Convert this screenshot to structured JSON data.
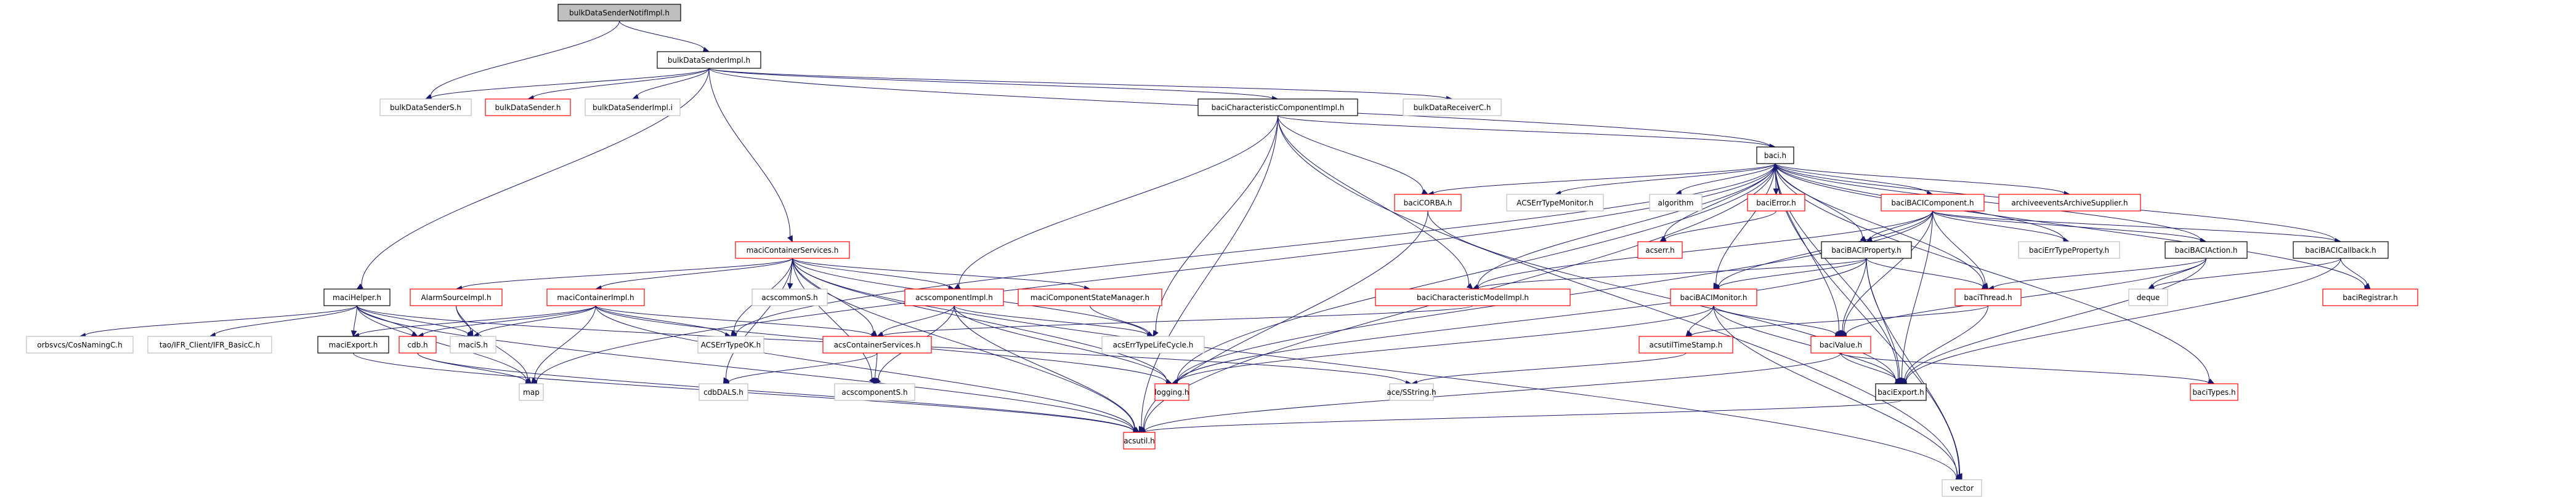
{
  "diagram": {
    "title": "bulkDataSenderNotifImpl.h include dependency graph",
    "styles": {
      "edge_color": "#191970",
      "root": {
        "fill": "#bfbfbf",
        "stroke": "#000000"
      },
      "documented": {
        "fill": "#ffffff",
        "stroke": "#000000"
      },
      "undocumented": {
        "fill": "#ffffff",
        "stroke": "#ff0000"
      },
      "external": {
        "fill": "#ffffff",
        "stroke": "#bfbfbf"
      }
    },
    "nodes": [
      {
        "id": "n0",
        "label": "bulkDataSenderNotifImpl.h",
        "kind": "root"
      },
      {
        "id": "n1",
        "label": "bulkDataSenderImpl.h",
        "kind": "documented"
      },
      {
        "id": "n2",
        "label": "bulkDataSenderS.h",
        "kind": "external"
      },
      {
        "id": "n3",
        "label": "bulkDataSender.h",
        "kind": "undocumented"
      },
      {
        "id": "n4",
        "label": "bulkDataSenderImpl.i",
        "kind": "external"
      },
      {
        "id": "n5",
        "label": "baciCharacteristicComponentImpl.h",
        "kind": "documented"
      },
      {
        "id": "n6",
        "label": "bulkDataReceiverC.h",
        "kind": "external"
      },
      {
        "id": "n7",
        "label": "baci.h",
        "kind": "documented"
      },
      {
        "id": "n8",
        "label": "baciCORBA.h",
        "kind": "undocumented"
      },
      {
        "id": "n9",
        "label": "ACSErrTypeMonitor.h",
        "kind": "external"
      },
      {
        "id": "n10",
        "label": "algorithm",
        "kind": "external"
      },
      {
        "id": "n11",
        "label": "baciError.h",
        "kind": "undocumented"
      },
      {
        "id": "n12",
        "label": "baciBACIComponent.h",
        "kind": "undocumented"
      },
      {
        "id": "n13",
        "label": "archiveeventsArchiveSupplier.h",
        "kind": "undocumented"
      },
      {
        "id": "n14",
        "label": "maciContainerServices.h",
        "kind": "undocumented"
      },
      {
        "id": "n15",
        "label": "acserr.h",
        "kind": "undocumented"
      },
      {
        "id": "n16",
        "label": "baciBACIProperty.h",
        "kind": "documented"
      },
      {
        "id": "n17",
        "label": "baciErrTypeProperty.h",
        "kind": "external"
      },
      {
        "id": "n18",
        "label": "baciBACIAction.h",
        "kind": "documented"
      },
      {
        "id": "n19",
        "label": "baciBACICallback.h",
        "kind": "documented"
      },
      {
        "id": "n20",
        "label": "maciHelper.h",
        "kind": "documented"
      },
      {
        "id": "n21",
        "label": "AlarmSourceImpl.h",
        "kind": "undocumented"
      },
      {
        "id": "n22",
        "label": "maciContainerImpl.h",
        "kind": "undocumented"
      },
      {
        "id": "n23",
        "label": "acscommonS.h",
        "kind": "external"
      },
      {
        "id": "n24",
        "label": "acscomponentImpl.h",
        "kind": "undocumented"
      },
      {
        "id": "n25",
        "label": "maciComponentStateManager.h",
        "kind": "undocumented"
      },
      {
        "id": "n26",
        "label": "baciCharacteristicModelImpl.h",
        "kind": "undocumented"
      },
      {
        "id": "n27",
        "label": "baciBACIMonitor.h",
        "kind": "undocumented"
      },
      {
        "id": "n28",
        "label": "baciThread.h",
        "kind": "undocumented"
      },
      {
        "id": "n29",
        "label": "deque",
        "kind": "external"
      },
      {
        "id": "n30",
        "label": "baciRegistrar.h",
        "kind": "undocumented"
      },
      {
        "id": "n31",
        "label": "orbsvcs/CosNamingC.h",
        "kind": "external"
      },
      {
        "id": "n32",
        "label": "tao/IFR_Client/IFR_BasicC.h",
        "kind": "external"
      },
      {
        "id": "n33",
        "label": "maciExport.h",
        "kind": "documented"
      },
      {
        "id": "n34",
        "label": "cdb.h",
        "kind": "undocumented"
      },
      {
        "id": "n35",
        "label": "maciS.h",
        "kind": "external"
      },
      {
        "id": "n36",
        "label": "ACSErrTypeOK.h",
        "kind": "external"
      },
      {
        "id": "n37",
        "label": "acsContainerServices.h",
        "kind": "undocumented"
      },
      {
        "id": "n38",
        "label": "acsErrTypeLifeCycle.h",
        "kind": "external"
      },
      {
        "id": "n39",
        "label": "acsutilTimeStamp.h",
        "kind": "undocumented"
      },
      {
        "id": "n40",
        "label": "baciValue.h",
        "kind": "undocumented"
      },
      {
        "id": "n41",
        "label": "map",
        "kind": "external"
      },
      {
        "id": "n42",
        "label": "cdbDALS.h",
        "kind": "external"
      },
      {
        "id": "n43",
        "label": "acscomponentS.h",
        "kind": "external"
      },
      {
        "id": "n44",
        "label": "logging.h",
        "kind": "undocumented"
      },
      {
        "id": "n45",
        "label": "ace/SString.h",
        "kind": "external"
      },
      {
        "id": "n46",
        "label": "baciExport.h",
        "kind": "documented"
      },
      {
        "id": "n47",
        "label": "baciTypes.h",
        "kind": "undocumented"
      },
      {
        "id": "n48",
        "label": "acsutil.h",
        "kind": "undocumented"
      },
      {
        "id": "n49",
        "label": "vector",
        "kind": "external"
      }
    ],
    "edges": [
      [
        "n0",
        "n1"
      ],
      [
        "n0",
        "n2"
      ],
      [
        "n1",
        "n2"
      ],
      [
        "n1",
        "n3"
      ],
      [
        "n1",
        "n4"
      ],
      [
        "n1",
        "n5"
      ],
      [
        "n1",
        "n6"
      ],
      [
        "n1",
        "n7"
      ],
      [
        "n1",
        "n14"
      ],
      [
        "n1",
        "n20"
      ],
      [
        "n5",
        "n7"
      ],
      [
        "n5",
        "n8"
      ],
      [
        "n5",
        "n24"
      ],
      [
        "n5",
        "n26"
      ],
      [
        "n5",
        "n38"
      ],
      [
        "n5",
        "n48"
      ],
      [
        "n5",
        "n49"
      ],
      [
        "n7",
        "n8"
      ],
      [
        "n7",
        "n9"
      ],
      [
        "n7",
        "n10"
      ],
      [
        "n7",
        "n11"
      ],
      [
        "n7",
        "n12"
      ],
      [
        "n7",
        "n13"
      ],
      [
        "n7",
        "n15"
      ],
      [
        "n7",
        "n16"
      ],
      [
        "n7",
        "n17"
      ],
      [
        "n7",
        "n18"
      ],
      [
        "n7",
        "n19"
      ],
      [
        "n7",
        "n26"
      ],
      [
        "n7",
        "n27"
      ],
      [
        "n7",
        "n28"
      ],
      [
        "n7",
        "n30"
      ],
      [
        "n7",
        "n40"
      ],
      [
        "n7",
        "n46"
      ],
      [
        "n7",
        "n47"
      ],
      [
        "n7",
        "n44"
      ],
      [
        "n7",
        "n48"
      ],
      [
        "n7",
        "n49"
      ],
      [
        "n7",
        "n41"
      ],
      [
        "n7",
        "n36"
      ],
      [
        "n11",
        "n7"
      ],
      [
        "n11",
        "n15"
      ],
      [
        "n8",
        "n48"
      ],
      [
        "n8",
        "n46"
      ],
      [
        "n12",
        "n16"
      ],
      [
        "n12",
        "n17"
      ],
      [
        "n12",
        "n18"
      ],
      [
        "n12",
        "n19"
      ],
      [
        "n12",
        "n26"
      ],
      [
        "n12",
        "n27"
      ],
      [
        "n12",
        "n28"
      ],
      [
        "n12",
        "n40"
      ],
      [
        "n12",
        "n46"
      ],
      [
        "n12",
        "n44"
      ],
      [
        "n16",
        "n26"
      ],
      [
        "n16",
        "n27"
      ],
      [
        "n16",
        "n28"
      ],
      [
        "n16",
        "n40"
      ],
      [
        "n16",
        "n46"
      ],
      [
        "n16",
        "n49"
      ],
      [
        "n16",
        "n44"
      ],
      [
        "n18",
        "n29"
      ],
      [
        "n18",
        "n40"
      ],
      [
        "n18",
        "n28"
      ],
      [
        "n18",
        "n46"
      ],
      [
        "n19",
        "n29"
      ],
      [
        "n19",
        "n30"
      ],
      [
        "n19",
        "n46"
      ],
      [
        "n14",
        "n21"
      ],
      [
        "n14",
        "n22"
      ],
      [
        "n14",
        "n23"
      ],
      [
        "n14",
        "n24"
      ],
      [
        "n14",
        "n25"
      ],
      [
        "n14",
        "n37"
      ],
      [
        "n14",
        "n38"
      ],
      [
        "n14",
        "n42"
      ],
      [
        "n14",
        "n43"
      ],
      [
        "n14",
        "n44"
      ],
      [
        "n14",
        "n48"
      ],
      [
        "n14",
        "n49"
      ],
      [
        "n14",
        "n36"
      ],
      [
        "n20",
        "n31"
      ],
      [
        "n20",
        "n32"
      ],
      [
        "n20",
        "n33"
      ],
      [
        "n20",
        "n34"
      ],
      [
        "n20",
        "n35"
      ],
      [
        "n20",
        "n41"
      ],
      [
        "n20",
        "n48"
      ],
      [
        "n20",
        "n45"
      ],
      [
        "n21",
        "n35"
      ],
      [
        "n21",
        "n41"
      ],
      [
        "n22",
        "n33"
      ],
      [
        "n22",
        "n34"
      ],
      [
        "n22",
        "n35"
      ],
      [
        "n22",
        "n36"
      ],
      [
        "n22",
        "n37"
      ],
      [
        "n22",
        "n41"
      ],
      [
        "n22",
        "n44"
      ],
      [
        "n22",
        "n48"
      ],
      [
        "n24",
        "n37"
      ],
      [
        "n24",
        "n38"
      ],
      [
        "n24",
        "n43"
      ],
      [
        "n24",
        "n44"
      ],
      [
        "n24",
        "n48"
      ],
      [
        "n25",
        "n38"
      ],
      [
        "n26",
        "n37"
      ],
      [
        "n27",
        "n39"
      ],
      [
        "n27",
        "n40"
      ],
      [
        "n27",
        "n44"
      ],
      [
        "n27",
        "n46"
      ],
      [
        "n27",
        "n49"
      ],
      [
        "n28",
        "n39"
      ],
      [
        "n28",
        "n46"
      ],
      [
        "n33",
        "n48"
      ],
      [
        "n34",
        "n41"
      ],
      [
        "n34",
        "n48"
      ],
      [
        "n37",
        "n42"
      ],
      [
        "n37",
        "n43"
      ],
      [
        "n39",
        "n45"
      ],
      [
        "n40",
        "n46"
      ],
      [
        "n40",
        "n47"
      ],
      [
        "n40",
        "n48"
      ],
      [
        "n46",
        "n48"
      ]
    ]
  }
}
